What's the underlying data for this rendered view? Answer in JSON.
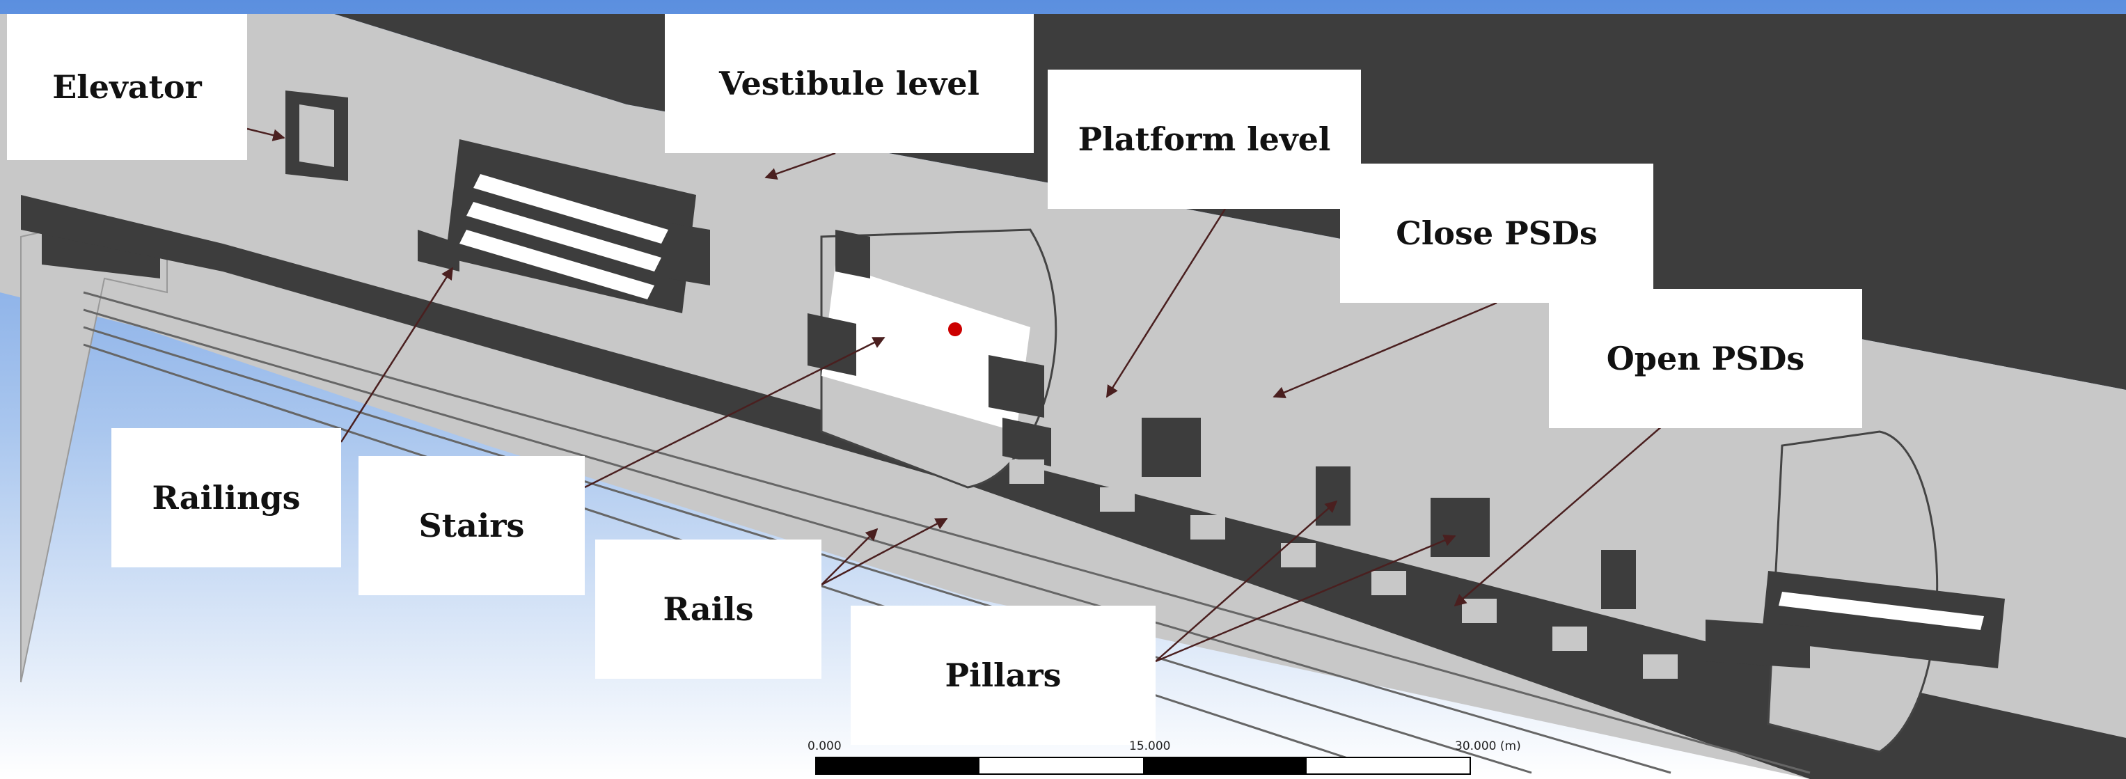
{
  "labels": {
    "elevator": "Elevator",
    "vestibule_level": "Vestibule level",
    "platform_level": "Platform level",
    "close_psds": "Close PSDs",
    "open_psds": "Open PSDs",
    "railings": "Railings",
    "stairs": "Stairs",
    "rails": "Rails",
    "pillars": "Pillars"
  },
  "scale_bar": {
    "start": "0.000",
    "mid": "15.000",
    "end": "30.000 (m)"
  },
  "colors": {
    "sky_top": "#5b8fdf",
    "sky_bottom": "#ffffff",
    "floor": "#c8c8c8",
    "solid": "#3d3d3d",
    "arrow": "#4a1f1f",
    "marker": "#cc0000"
  }
}
